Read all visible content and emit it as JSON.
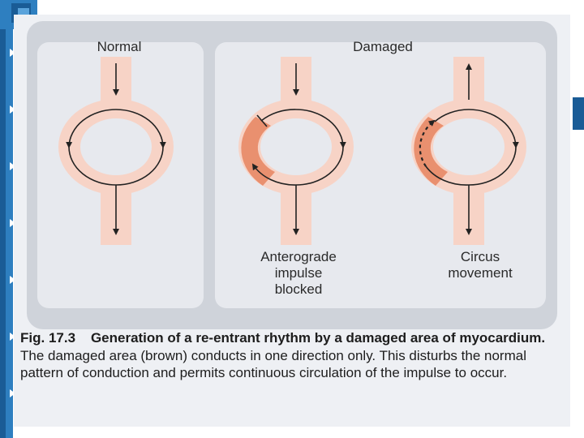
{
  "labels": {
    "normal": "Normal",
    "damaged": "Damaged",
    "anterograde": "Anterograde\nimpulse\nblocked",
    "circus": "Circus\nmovement"
  },
  "caption": {
    "fig_number": "Fig. 17.3",
    "bold_title": "Generation of a re-entrant rhythm by a damaged area of myocardium.",
    "body": "The damaged area (brown) conducts in one direction only. This disturbs the normal pattern of conduction and permits continuous circulation of the impulse to occur."
  },
  "colors": {
    "tissue": "#f7d3c6",
    "damaged": "#e9906f",
    "arrow": "#222222",
    "panel": "#cfd3da",
    "sidebar": "#2e7fc0"
  }
}
